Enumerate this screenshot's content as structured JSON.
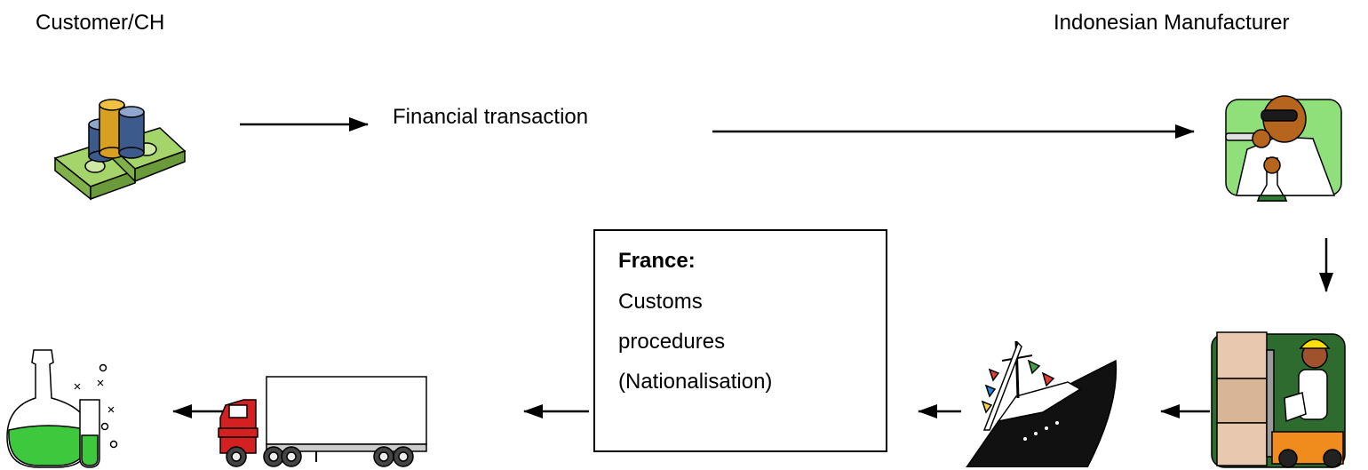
{
  "labels": {
    "customer": "Customer/CH",
    "manufacturer": "Indonesian Manufacturer",
    "financial": "Financial transaction"
  },
  "customs_box": {
    "country": "France:",
    "line1": "Customs",
    "line2": "procedures",
    "line3": "(Nationalisation)"
  },
  "icons": [
    "money-icon",
    "scientist-icon",
    "forklift-worker-icon",
    "ship-icon",
    "truck-icon",
    "flask-icon"
  ],
  "colors": {
    "money_green": "#9ccc65",
    "scientist_bg": "#8fe07a",
    "forklift_bg": "#2e6b2e",
    "truck_red": "#d42020",
    "flask_green": "#3ec83e"
  }
}
